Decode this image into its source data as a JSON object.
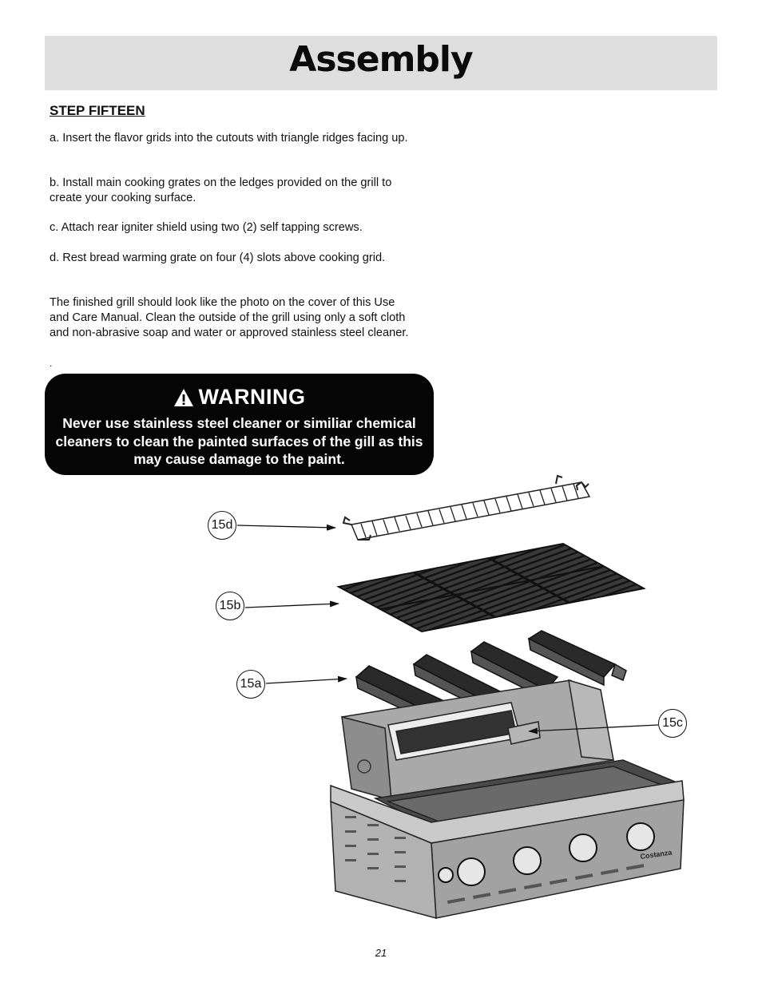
{
  "header": {
    "title": "Assembly",
    "band_color": "#dedede"
  },
  "step": {
    "title": "STEP FIFTEEN"
  },
  "instructions": {
    "a": "a. Insert the flavor grids into the cutouts with triangle ridges facing up.",
    "b": "b. Install main cooking grates on the ledges provided on the grill to create your cooking surface.",
    "c": "c. Attach rear igniter shield using two (2) self tapping screws.",
    "d": "d. Rest bread warming grate on four (4) slots above cooking grid.",
    "finish": "The finished grill should look like the photo on the cover of this Use and Care Manual. Clean the outside of the grill using only a soft cloth and non-abrasive soap and water or approved stainless steel cleaner.",
    "dot": "."
  },
  "warning": {
    "heading": "WARNING",
    "icon": "warning-triangle-icon",
    "text": "Never use stainless steel cleaner or similiar chemical cleaners to clean the painted surfaces of the gill as this may cause damage to the paint.",
    "background": "#050505"
  },
  "callouts": {
    "d": "15d",
    "b": "15b",
    "a": "15a",
    "c": "15c"
  },
  "grill": {
    "brand": "Costanza"
  },
  "page": {
    "number": "21"
  }
}
